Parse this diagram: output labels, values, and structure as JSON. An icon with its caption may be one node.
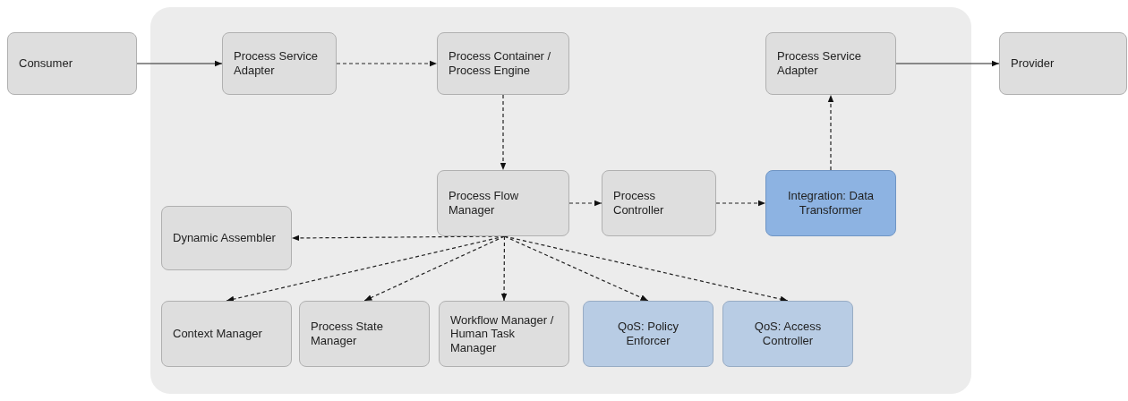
{
  "diagram": {
    "nodes": [
      {
        "text": [],
        "shape": "box"
      },
      {
        "text": [
          "Consumer"
        ]
      },
      {
        "text": [
          "Process Service Adapter"
        ],
        "in": 0
      },
      {
        "text": [
          "Process Container / Process Engine"
        ],
        "in": 0
      },
      {
        "text": [
          "Process Service Adapter"
        ],
        "in": 0
      },
      {
        "text": [
          "Provider"
        ]
      },
      {
        "text": [
          "Process Flow Manager"
        ],
        "in": 0
      },
      {
        "text": [
          "Process Controller"
        ],
        "in": 0
      },
      {
        "text": [
          "Integration: Data Transformer"
        ],
        "in": 0
      },
      {
        "text": [
          "Dynamic Assembler"
        ],
        "in": 0
      },
      {
        "text": [
          "Context Manager"
        ],
        "in": 0
      },
      {
        "text": [
          "Process State Manager"
        ],
        "in": 0
      },
      {
        "text": [
          "Workflow Manager / Human Task Manager"
        ],
        "in": 0
      },
      {
        "text": [
          "QoS: Policy Enforcer"
        ],
        "in": 0
      },
      {
        "text": [
          "QoS: Access Controller"
        ],
        "in": 0
      }
    ],
    "edges": [
      {
        "from": 1,
        "to": 2,
        "arrow": "to"
      },
      {
        "from": 2,
        "to": 3,
        "arrow": "to",
        "style": "dashed"
      },
      {
        "from": 3,
        "to": 6,
        "arrow": "to",
        "style": "dashed"
      },
      {
        "from": 6,
        "to": 7,
        "arrow": "to",
        "style": "dashed"
      },
      {
        "from": 7,
        "to": 8,
        "arrow": "to",
        "style": "dashed"
      },
      {
        "from": 8,
        "to": 4,
        "arrow": "to",
        "style": "dashed"
      },
      {
        "from": 4,
        "to": 5,
        "arrow": "to"
      },
      {
        "from": 6,
        "to": 9,
        "arrow": "to",
        "style": "dashed"
      },
      {
        "from": 6,
        "to": 10,
        "arrow": "to",
        "style": "dashed"
      },
      {
        "from": 6,
        "to": 11,
        "arrow": "to",
        "style": "dashed"
      },
      {
        "from": 6,
        "to": 12,
        "arrow": "to",
        "style": "dashed"
      },
      {
        "from": 6,
        "to": 13,
        "arrow": "to",
        "style": "dashed"
      },
      {
        "from": 6,
        "to": 14,
        "arrow": "to",
        "style": "dashed"
      }
    ]
  }
}
